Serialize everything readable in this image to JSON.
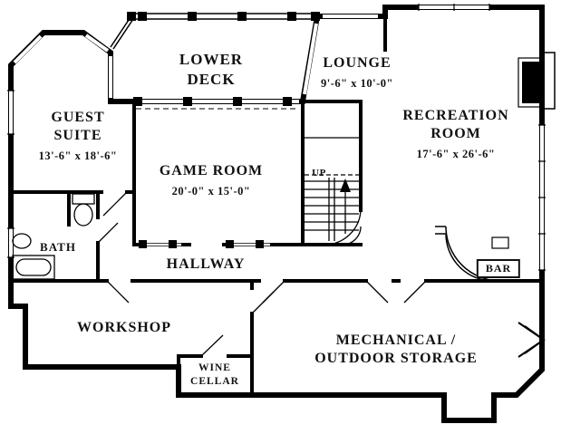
{
  "rooms": {
    "lower_deck": {
      "line1": "LOWER",
      "line2": "DECK"
    },
    "lounge": {
      "name": "LOUNGE",
      "dims": "9'-6\" x 10'-0\""
    },
    "guest_suite": {
      "line1": "GUEST",
      "line2": "SUITE",
      "dims": "13'-6\" x 18'-6\""
    },
    "recreation_room": {
      "line1": "RECREATION",
      "line2": "ROOM",
      "dims": "17'-6\" x 26'-6\""
    },
    "game_room": {
      "name": "GAME ROOM",
      "dims": "20'-0\" x 15'-0\""
    },
    "bath": {
      "name": "BATH"
    },
    "hallway": {
      "name": "HALLWAY"
    },
    "workshop": {
      "name": "WORKSHOP"
    },
    "wine_cellar": {
      "line1": "WINE",
      "line2": "CELLAR"
    },
    "mechanical_storage": {
      "line1": "MECHANICAL /",
      "line2": "OUTDOOR STORAGE"
    },
    "bar": {
      "name": "BAR"
    },
    "stairs": {
      "label": "UP"
    }
  },
  "colors": {
    "wall": "#000000",
    "background": "#ffffff"
  }
}
